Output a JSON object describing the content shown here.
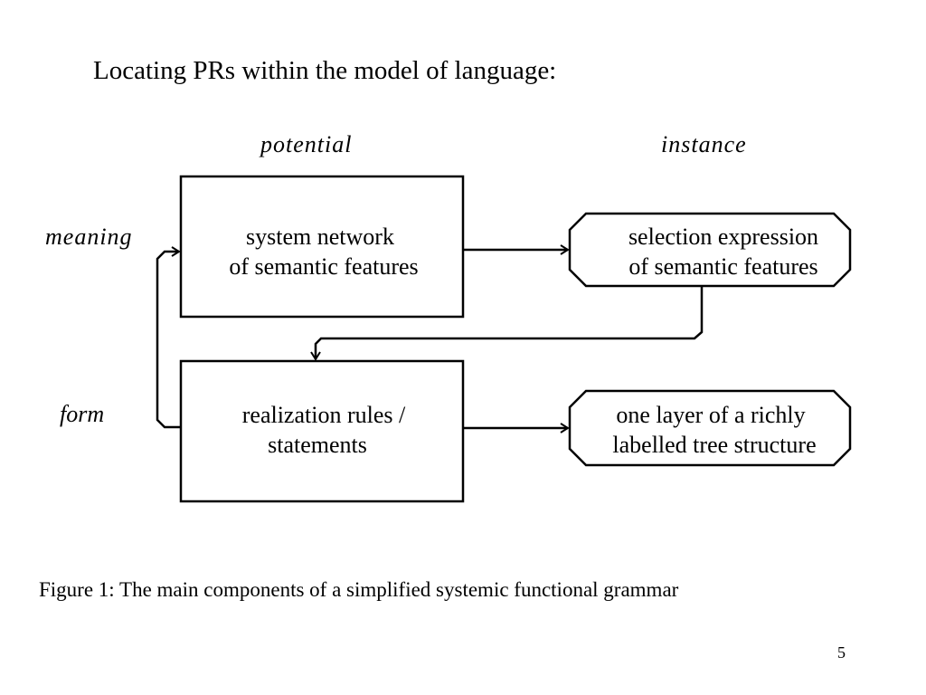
{
  "slide": {
    "title": "Locating PRs within the model of language:",
    "caption": "Figure 1:  The main components of a simplified systemic functional grammar",
    "page_number": "5"
  },
  "diagram": {
    "columns": {
      "potential": "potential",
      "instance": "instance"
    },
    "rows": {
      "meaning": "meaning",
      "form": "form"
    },
    "boxes": {
      "system_network": {
        "line1": "system network",
        "line2": "of semantic features"
      },
      "selection_expression": {
        "line1": "selection expression",
        "line2": "of semantic features"
      },
      "realization_rules": {
        "line1": "realization rules /",
        "line2": "statements"
      },
      "tree_structure": {
        "line1": "one layer of a richly",
        "line2": "labelled tree structure"
      }
    }
  }
}
